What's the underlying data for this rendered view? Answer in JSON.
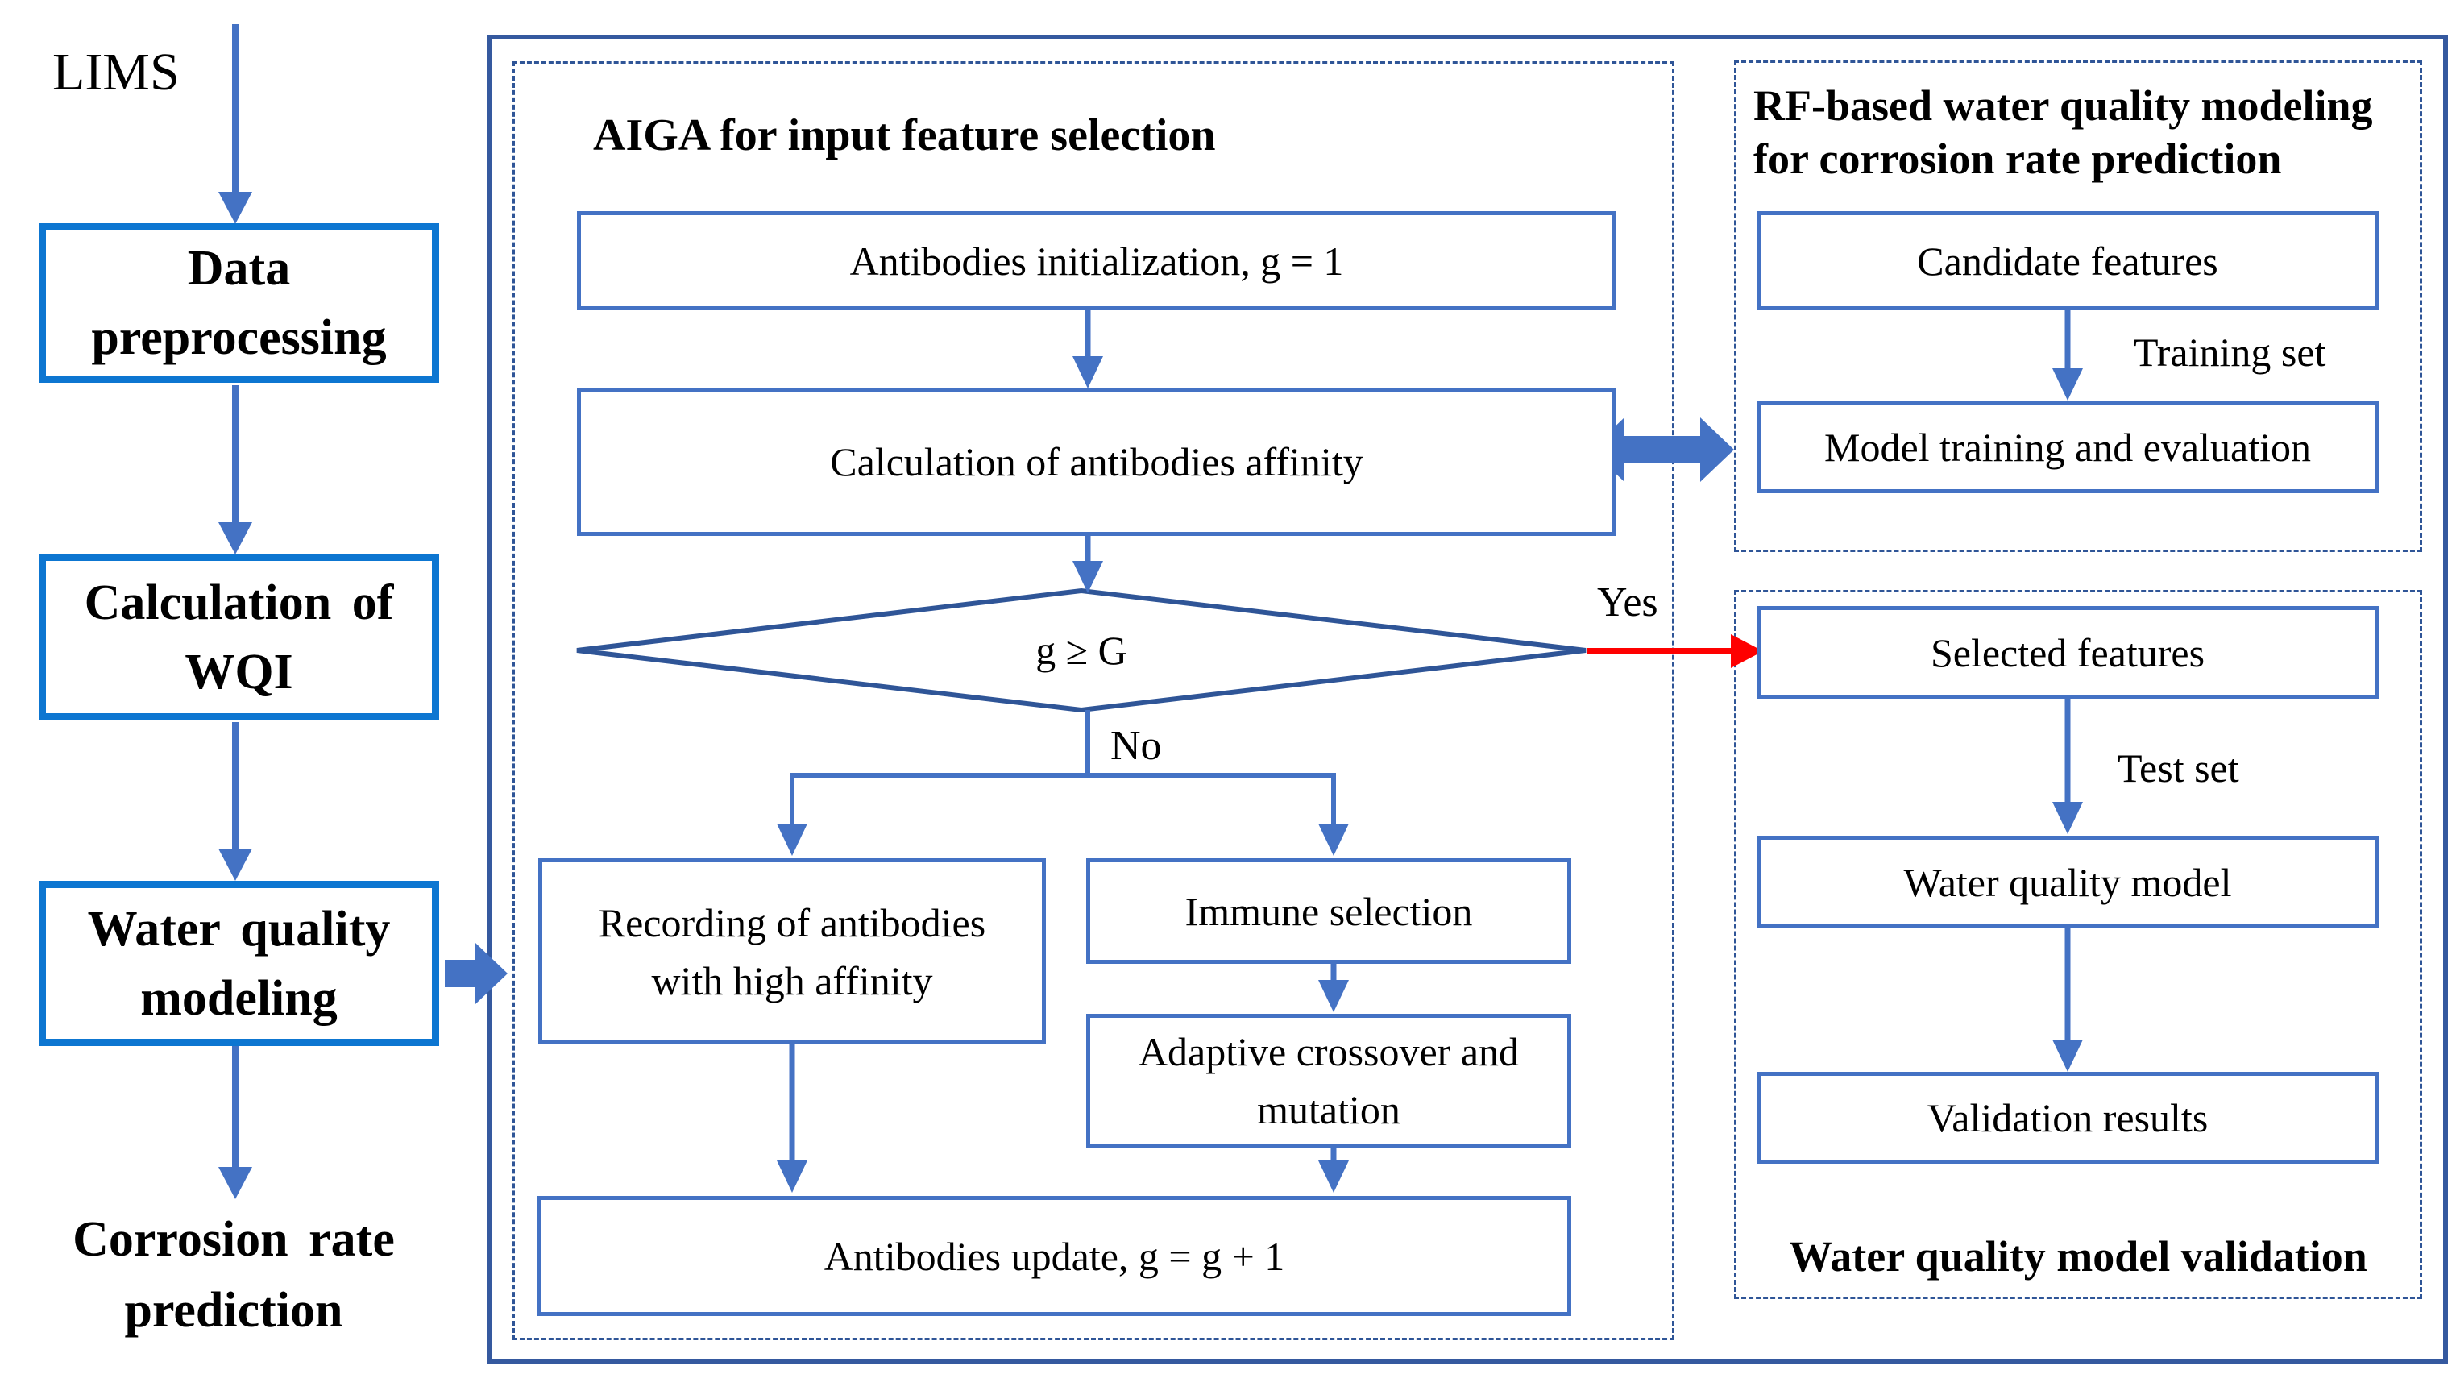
{
  "colors": {
    "left_box_border": "#0d76d1",
    "flow_blue": "#4472c4",
    "frame_blue": "#35599f",
    "dash_blue": "#2f5597",
    "decision_red": "#fe0000",
    "text": "#000000"
  },
  "left_column": {
    "source_label": "LIMS",
    "box1_line1": "Data",
    "box1_line2": "preprocessing",
    "box2_line1": "Calculation of",
    "box2_line2": "WQI",
    "box3_line1": "Water quality",
    "box3_line2": "modeling",
    "output_line1": "Corrosion rate",
    "output_line2": "prediction"
  },
  "aiga": {
    "title": "AIGA for input feature selection",
    "init_box": "Antibodies initialization, g = 1",
    "affinity_box": "Calculation of antibodies affinity",
    "decision_label": "g ≥ G",
    "yes_label": "Yes",
    "no_label": "No",
    "recording_line1": "Recording of antibodies",
    "recording_line2": "with high affinity",
    "immune_box": "Immune selection",
    "adaptive_line1": "Adaptive crossover and",
    "adaptive_line2": "mutation",
    "update_box": "Antibodies update, g = g + 1"
  },
  "rf_section": {
    "title_line1": "RF-based water quality modeling",
    "title_line2": "for corrosion rate prediction",
    "candidate_box": "Candidate features",
    "training_set_label": "Training set",
    "model_training_box": "Model training and evaluation"
  },
  "validation_section": {
    "selected_box": "Selected features",
    "test_set_label": "Test set",
    "water_quality_model_box": "Water quality model",
    "validation_results_box": "Validation results",
    "title": "Water quality model validation"
  }
}
